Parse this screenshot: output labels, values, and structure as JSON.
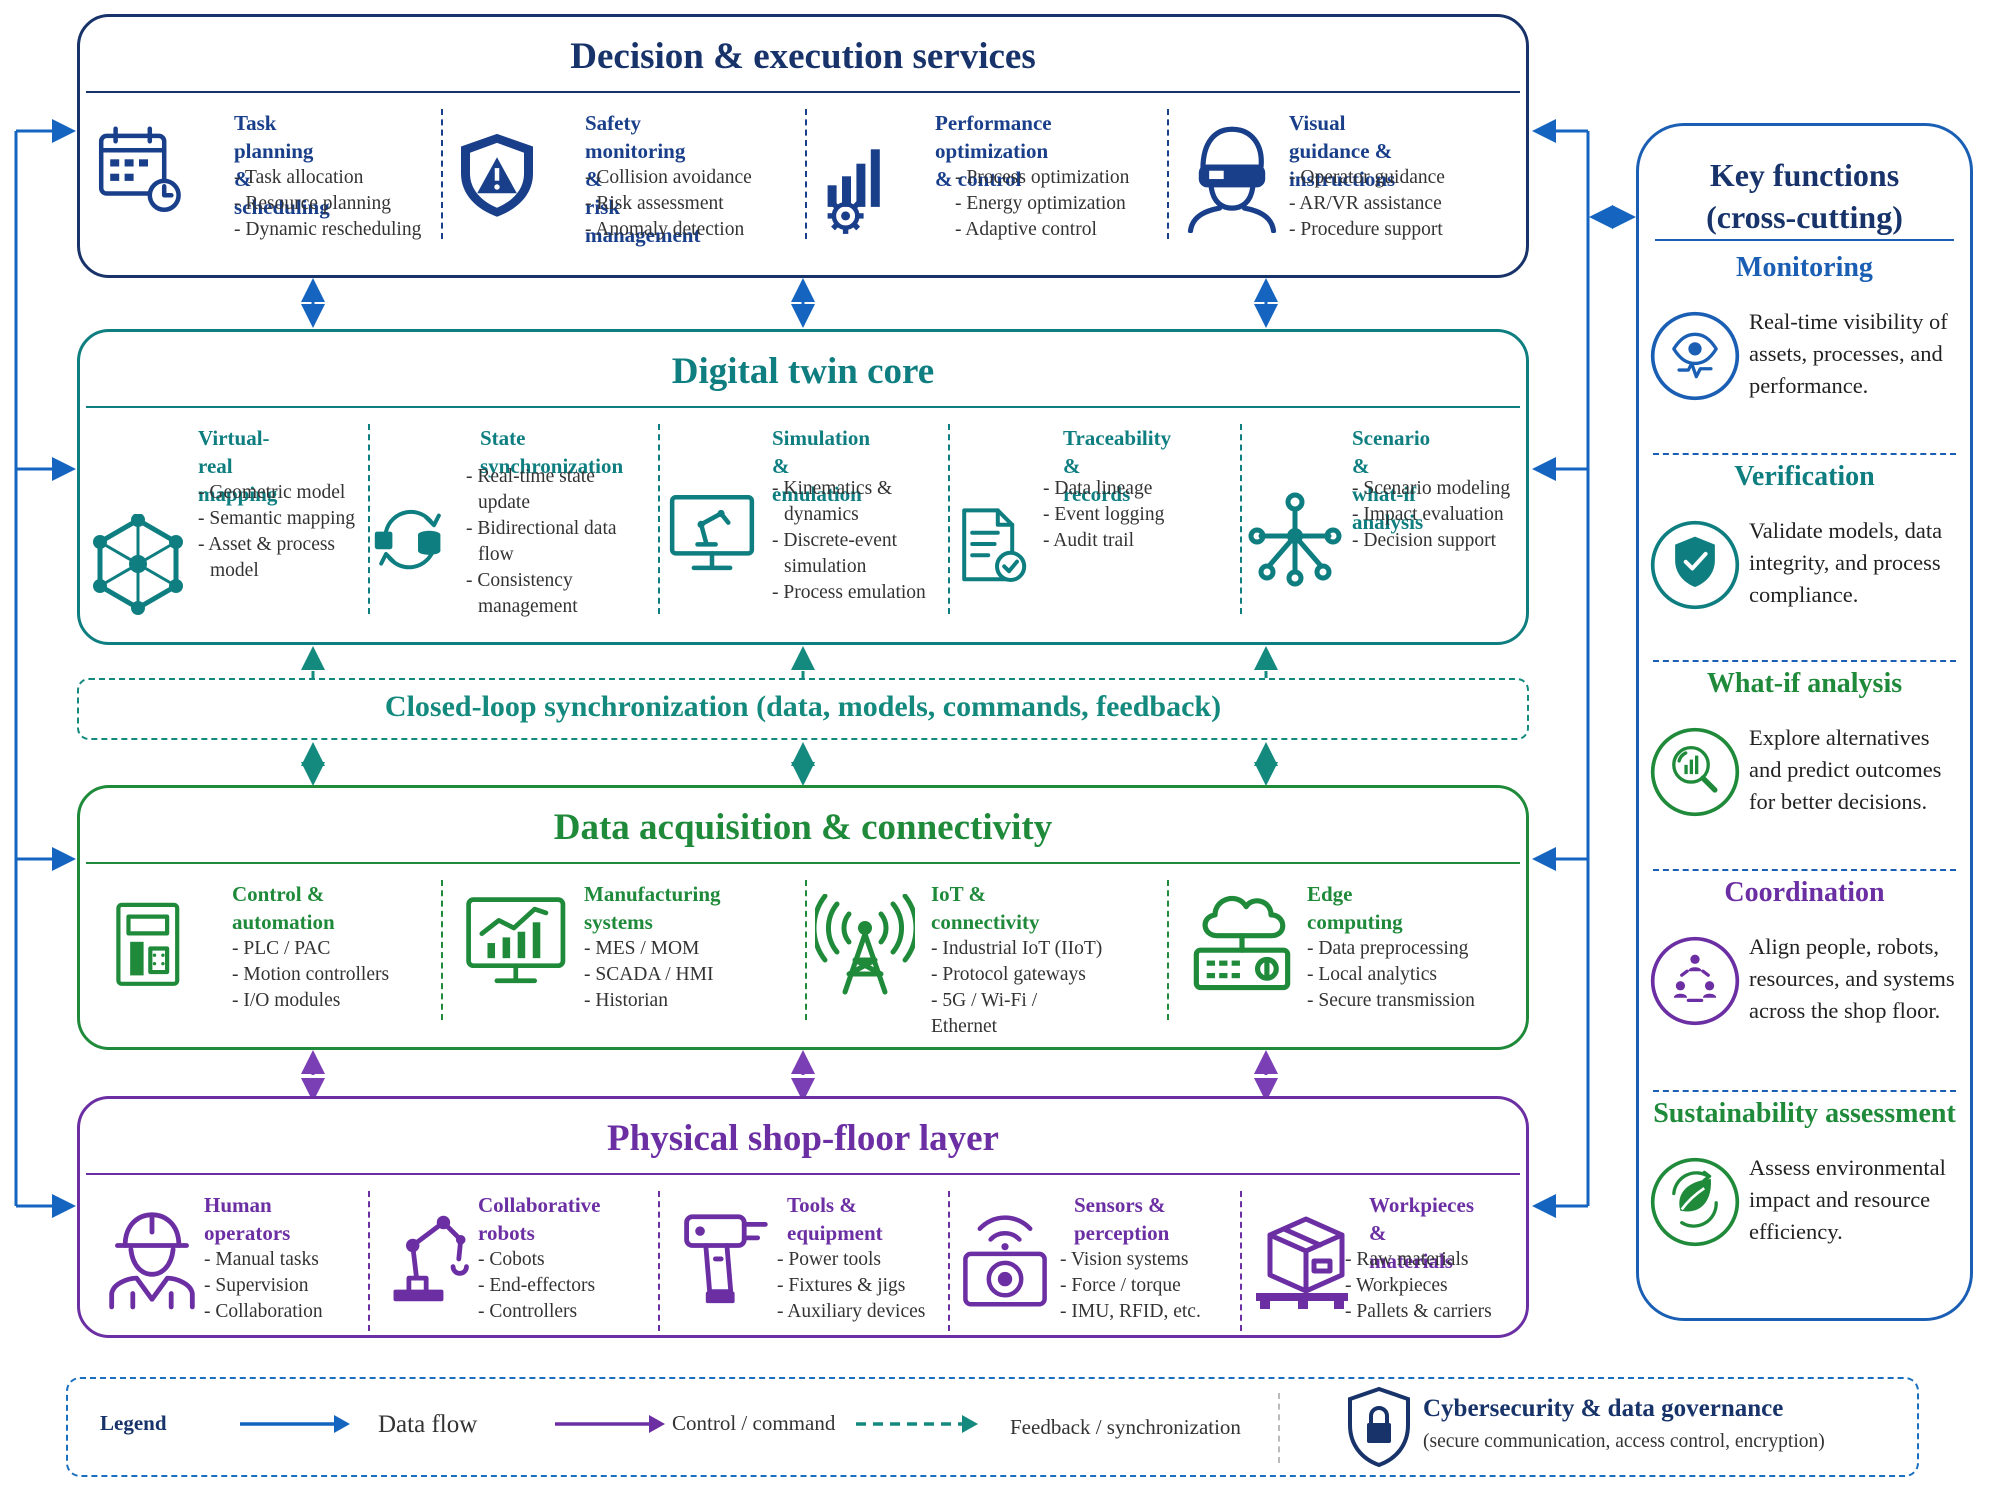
{
  "colors": {
    "blue": "#1a3f8a",
    "blue_line": "#1565c0",
    "teal": "#0f7e80",
    "teal_line": "#138a7d",
    "green": "#1f8a3a",
    "purple": "#6b2fa3",
    "key_border": "#1a5fb4"
  },
  "layers": {
    "decision": {
      "title": "Decision & execution services",
      "columns": [
        {
          "icon": "calendar-clock-icon",
          "title": [
            "Task planning &",
            "scheduling"
          ],
          "items": [
            "- Task allocation",
            "- Resource planning",
            "- Dynamic rescheduling"
          ]
        },
        {
          "icon": "shield-warning-icon",
          "title": [
            "Safety monitoring &",
            "risk management"
          ],
          "items": [
            "- Collision avoidance",
            "- Risk assessment",
            "- Anomaly detection"
          ]
        },
        {
          "icon": "bar-gear-icon",
          "title": [
            "Performance",
            "optimization & control"
          ],
          "items": [
            "- Process optimization",
            "- Energy optimization",
            "- Adaptive control"
          ]
        },
        {
          "icon": "vr-headset-person-icon",
          "title": [
            "Visual guidance &",
            "instructions"
          ],
          "items": [
            "- Operator guidance",
            "- AR/VR assistance",
            "- Procedure support"
          ]
        }
      ]
    },
    "twin": {
      "title": "Digital twin core",
      "columns": [
        {
          "icon": "network-cube-icon",
          "title": [
            "Virtual-real",
            "mapping"
          ],
          "items": [
            "- Geometric model",
            "- Semantic mapping",
            "- Asset & process",
            "  model"
          ]
        },
        {
          "icon": "sync-database-icon",
          "title": [
            "State",
            "synchronization"
          ],
          "items": [
            "- Real-time state",
            "  update",
            "- Bidirectional data",
            "  flow",
            "- Consistency",
            "  management"
          ]
        },
        {
          "icon": "monitor-robot-arm-icon",
          "title": [
            "Simulation &",
            "emulation"
          ],
          "items": [
            "- Kinematics &",
            "  dynamics",
            "- Discrete-event",
            "  simulation",
            "- Process emulation"
          ]
        },
        {
          "icon": "document-check-icon",
          "title": [
            "Traceability &",
            "records"
          ],
          "items": [
            "- Data lineage",
            "- Event logging",
            "- Audit trail"
          ]
        },
        {
          "icon": "decision-tree-icon",
          "title": [
            "Scenario &",
            "what-if analysis"
          ],
          "items": [
            "- Scenario modeling",
            "- Impact evaluation",
            "- Decision support"
          ]
        }
      ]
    },
    "sync_band": "Closed-loop synchronization (data, models, commands, feedback)",
    "data": {
      "title": "Data acquisition & connectivity",
      "columns": [
        {
          "icon": "controller-cabinet-icon",
          "title": [
            "Control &",
            "automation"
          ],
          "items": [
            "- PLC / PAC",
            "- Motion controllers",
            "- I/O modules"
          ]
        },
        {
          "icon": "monitor-chart-icon",
          "title": [
            "Manufacturing",
            "systems"
          ],
          "items": [
            "- MES / MOM",
            "- SCADA / HMI",
            "- Historian"
          ]
        },
        {
          "icon": "antenna-tower-icon",
          "title": [
            "IoT &",
            "connectivity"
          ],
          "items": [
            "- Industrial IoT (IIoT)",
            "- Protocol gateways",
            "- 5G / Wi-Fi /",
            "Ethernet"
          ]
        },
        {
          "icon": "cloud-server-icon",
          "title": [
            "Edge",
            "computing"
          ],
          "items": [
            "- Data preprocessing",
            "- Local analytics",
            "- Secure transmission"
          ]
        }
      ]
    },
    "physical": {
      "title": "Physical shop-floor layer",
      "columns": [
        {
          "icon": "worker-helmet-icon",
          "title": [
            "Human",
            "operators"
          ],
          "items": [
            "- Manual tasks",
            "- Supervision",
            "- Collaboration"
          ]
        },
        {
          "icon": "robot-arm-icon",
          "title": [
            "Collaborative",
            "robots"
          ],
          "items": [
            "- Cobots",
            "- End-effectors",
            "- Controllers"
          ]
        },
        {
          "icon": "power-drill-icon",
          "title": [
            "Tools &",
            "equipment"
          ],
          "items": [
            "- Power tools",
            "- Fixtures & jigs",
            "- Auxiliary devices"
          ]
        },
        {
          "icon": "camera-sensor-icon",
          "title": [
            "Sensors &",
            "perception"
          ],
          "items": [
            "- Vision systems",
            "- Force / torque",
            "- IMU, RFID, etc."
          ]
        },
        {
          "icon": "boxes-pallet-icon",
          "title": [
            "Workpieces &",
            "materials"
          ],
          "items": [
            "- Raw materials",
            "- Workpieces",
            "- Pallets & carriers"
          ]
        }
      ]
    }
  },
  "key_functions": {
    "title": [
      "Key functions",
      "(cross-cutting)"
    ],
    "items": [
      {
        "name": "Monitoring",
        "icon": "eye-pulse-icon",
        "color": "#1a5fb4",
        "text": [
          "Real-time visibility of",
          "assets, processes, and",
          "performance."
        ]
      },
      {
        "name": "Verification",
        "icon": "shield-check-icon",
        "color": "#0f7e80",
        "text": [
          "Validate models, data",
          "integrity, and process",
          "compliance."
        ]
      },
      {
        "name": "What-if analysis",
        "icon": "magnify-chart-icon",
        "color": "#1f8a3a",
        "text": [
          "Explore alternatives",
          "and predict outcomes",
          "for better decisions."
        ]
      },
      {
        "name": "Coordination",
        "icon": "people-network-icon",
        "color": "#6b2fa3",
        "text": [
          "Align people, robots,",
          "resources, and systems",
          "across the shop floor."
        ]
      },
      {
        "name": "Sustainability assessment",
        "icon": "leaf-cycle-icon",
        "color": "#1f8a3a",
        "text": [
          "Assess environmental",
          "impact and resource",
          "efficiency."
        ]
      }
    ]
  },
  "legend": {
    "label": "Legend",
    "data_flow": "Data flow",
    "control": "Control / command",
    "feedback": "Feedback / synchronization",
    "security_title": "Cybersecurity & data governance",
    "security_sub": "(secure communication, access control, encryption)"
  }
}
